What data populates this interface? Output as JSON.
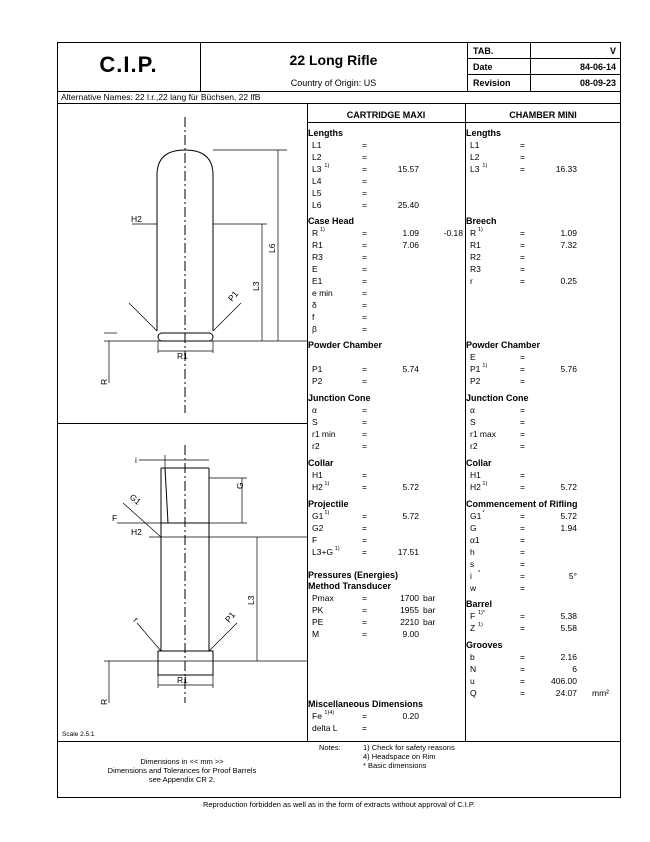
{
  "header": {
    "logo": "C.I.P.",
    "title": "22 Long Rifle",
    "country": "Country of Origin: US",
    "tab_label": "TAB.",
    "tab_value": "V",
    "date_label": "Date",
    "date_value": "84-06-14",
    "revision_label": "Revision",
    "revision_value": "08-09-23",
    "alt_names": "Alternative Names: 22 l.r.,22 lang für Büchsen, 22 lfB"
  },
  "cartridge": {
    "title": "CARTRIDGE MAXI",
    "sections": [
      {
        "title": "Lengths",
        "rows": [
          {
            "label": "L1",
            "sup": "",
            "value": "",
            "extra": ""
          },
          {
            "label": "L2",
            "sup": "",
            "value": "",
            "extra": ""
          },
          {
            "label": "L3",
            "sup": "1)",
            "value": "15.57",
            "extra": ""
          },
          {
            "label": "L4",
            "sup": "",
            "value": "",
            "extra": ""
          },
          {
            "label": "L5",
            "sup": "",
            "value": "",
            "extra": ""
          },
          {
            "label": "L6",
            "sup": "",
            "value": "25.40",
            "extra": ""
          }
        ]
      },
      {
        "title": "Case Head",
        "rows": [
          {
            "label": "R",
            "sup": "1)",
            "value": "1.09",
            "extra": "-0.18"
          },
          {
            "label": "R1",
            "sup": "",
            "value": "7.06",
            "extra": ""
          },
          {
            "label": "R3",
            "sup": "",
            "value": "",
            "extra": ""
          },
          {
            "label": "E",
            "sup": "",
            "value": "",
            "extra": ""
          },
          {
            "label": "E1",
            "sup": "",
            "value": "",
            "extra": ""
          },
          {
            "label": "e min",
            "sup": "",
            "value": "",
            "extra": ""
          },
          {
            "label": "δ",
            "sup": "",
            "value": "",
            "extra": ""
          },
          {
            "label": "f",
            "sup": "",
            "value": "",
            "extra": ""
          },
          {
            "label": "β",
            "sup": "",
            "value": "",
            "extra": ""
          }
        ]
      },
      {
        "title": "Powder Chamber",
        "rows": [
          {
            "label": "",
            "sup": "",
            "value": "",
            "extra": "",
            "blank": true
          },
          {
            "label": "P1",
            "sup": "",
            "value": "5.74",
            "extra": ""
          },
          {
            "label": "P2",
            "sup": "",
            "value": "",
            "extra": ""
          }
        ]
      },
      {
        "title": "Junction Cone",
        "rows": [
          {
            "label": "α",
            "sup": "",
            "value": "",
            "extra": ""
          },
          {
            "label": "S",
            "sup": "",
            "value": "",
            "extra": ""
          },
          {
            "label": "r1 min",
            "sup": "",
            "value": "",
            "extra": ""
          },
          {
            "label": "r2",
            "sup": "",
            "value": "",
            "extra": ""
          }
        ]
      },
      {
        "title": "Collar",
        "rows": [
          {
            "label": "H1",
            "sup": "",
            "value": "",
            "extra": ""
          },
          {
            "label": "H2",
            "sup": "1)",
            "value": "5.72",
            "extra": ""
          }
        ]
      },
      {
        "title": "Projectile",
        "rows": [
          {
            "label": "G1",
            "sup": "1)",
            "value": "5.72",
            "extra": ""
          },
          {
            "label": "G2",
            "sup": "",
            "value": "",
            "extra": ""
          },
          {
            "label": "F",
            "sup": "",
            "value": "",
            "extra": ""
          },
          {
            "label": "L3+G",
            "sup": "1)",
            "value": "17.51",
            "extra": ""
          }
        ]
      },
      {
        "title": "Pressures (Energies)",
        "title2": "Method Transducer",
        "rows": [
          {
            "label": "Pmax",
            "sup": "",
            "value": "1700",
            "unit": "bar",
            "extra": ""
          },
          {
            "label": "PK",
            "sup": "",
            "value": "1955",
            "unit": "bar",
            "extra": ""
          },
          {
            "label": "PE",
            "sup": "",
            "value": "2210",
            "unit": "bar",
            "extra": ""
          },
          {
            "label": "M",
            "sup": "",
            "value": "9.00",
            "unit": "",
            "extra": ""
          }
        ]
      },
      {
        "title": "Miscellaneous Dimensions",
        "rows": [
          {
            "label": "Fe",
            "sup": "1)4)",
            "value": "0.20",
            "extra": ""
          },
          {
            "label": "delta L",
            "sup": "",
            "value": "",
            "extra": ""
          }
        ]
      }
    ]
  },
  "chamber": {
    "title": "CHAMBER MINI",
    "sections": [
      {
        "title": "Lengths",
        "rows": [
          {
            "label": "L1",
            "sup": "",
            "value": ""
          },
          {
            "label": "L2",
            "sup": "",
            "value": ""
          },
          {
            "label": "L3",
            "sup": "1)",
            "value": "16.33"
          }
        ]
      },
      {
        "title": "Breech",
        "rows": [
          {
            "label": "R",
            "sup": "1)",
            "value": "1.09"
          },
          {
            "label": "R1",
            "sup": "",
            "value": "7.32"
          },
          {
            "label": "R2",
            "sup": "",
            "value": ""
          },
          {
            "label": "R3",
            "sup": "",
            "value": ""
          },
          {
            "label": "r",
            "sup": "",
            "value": "0.25"
          }
        ]
      },
      {
        "title": "Powder Chamber",
        "rows": [
          {
            "label": "E",
            "sup": "",
            "value": ""
          },
          {
            "label": "P1",
            "sup": "1)",
            "value": "5.76"
          },
          {
            "label": "P2",
            "sup": "",
            "value": ""
          }
        ]
      },
      {
        "title": "Junction Cone",
        "rows": [
          {
            "label": "α",
            "sup": "",
            "value": ""
          },
          {
            "label": "S",
            "sup": "",
            "value": ""
          },
          {
            "label": "r1 max",
            "sup": "",
            "value": ""
          },
          {
            "label": "r2",
            "sup": "",
            "value": ""
          }
        ]
      },
      {
        "title": "Collar",
        "rows": [
          {
            "label": "H1",
            "sup": "",
            "value": ""
          },
          {
            "label": "H2",
            "sup": "1)",
            "value": "5.72"
          }
        ]
      },
      {
        "title": "Commencement of Rifling",
        "rows": [
          {
            "label": "G1",
            "sup": "*",
            "value": "5.72"
          },
          {
            "label": "G",
            "sup": "",
            "value": "1.94"
          },
          {
            "label": "α1",
            "sup": "",
            "value": ""
          },
          {
            "label": "h",
            "sup": "",
            "value": ""
          },
          {
            "label": "s",
            "sup": "",
            "value": ""
          },
          {
            "label": "i",
            "sup": "*",
            "value": "5°"
          },
          {
            "label": "w",
            "sup": "",
            "value": ""
          }
        ]
      },
      {
        "title": "Barrel",
        "rows": [
          {
            "label": "F",
            "sup": "1)*",
            "value": "5.38"
          },
          {
            "label": "Z",
            "sup": "1)",
            "value": "5.58"
          }
        ]
      },
      {
        "title": "Grooves",
        "rows": [
          {
            "label": "b",
            "sup": "",
            "value": "2.16"
          },
          {
            "label": "N",
            "sup": "",
            "value": "6"
          },
          {
            "label": "u",
            "sup": "",
            "value": "406.00"
          },
          {
            "label": "Q",
            "sup": "",
            "value": "24.07",
            "unit": "mm²"
          }
        ]
      }
    ]
  },
  "eq": "=",
  "drawing_labels": {
    "h2": "H2",
    "l6": "L6",
    "l3": "L3",
    "p1": "P1",
    "r1": "R1",
    "r": "R",
    "i": "i",
    "g": "G",
    "g1": "G1",
    "f": "F",
    "rsmall": "r"
  },
  "footer": {
    "scale": "Scale 2.5:1",
    "dims_line1": "Dimensions in << mm >>",
    "dims_line2": "Dimensions and Tolerances for Proof Barrels",
    "dims_line3": "see Appendix CR 2.",
    "notes_label": "Notes:",
    "note1": "1) Check for safety reasons",
    "note2": "4) Headspace on Rim",
    "note3": "* Basic dimensions",
    "reproduction": "Reproduction forbidden as well as in the form of extracts without approval of C.I.P."
  }
}
